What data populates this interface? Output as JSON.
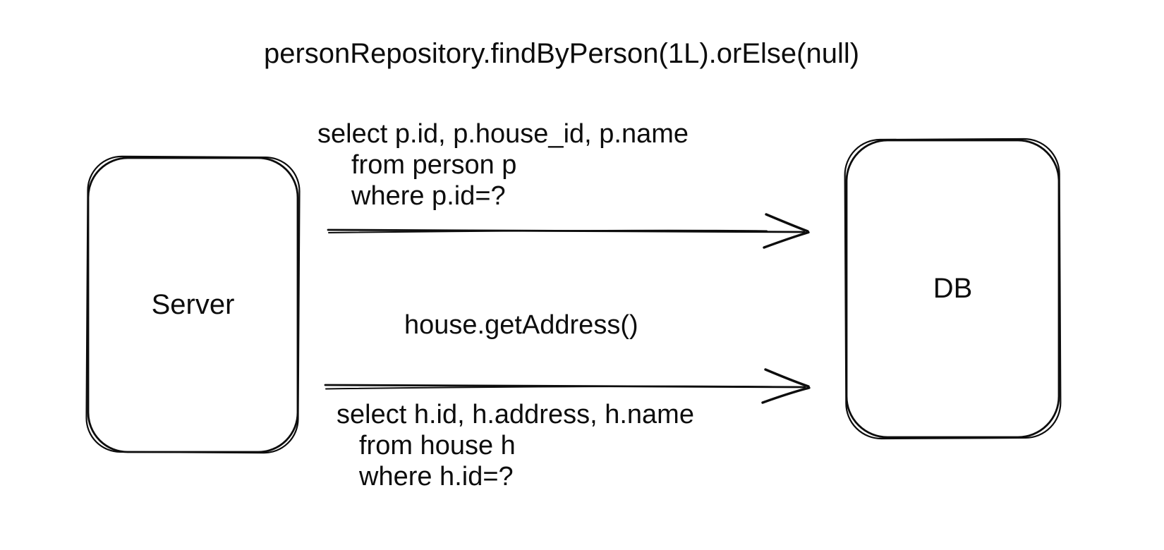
{
  "title": "personRepository.findByPerson(1L).orElse(null)",
  "actors": {
    "server": {
      "label": "Server"
    },
    "db": {
      "label": "DB"
    }
  },
  "messages": {
    "query_person": {
      "lines": [
        "select p.id, p.house_id, p.name",
        "from person p",
        "where p.id=?"
      ]
    },
    "get_address": {
      "label": "house.getAddress()"
    },
    "query_house": {
      "lines": [
        "select h.id, h.address, h.name",
        "from house h",
        "where h.id=?"
      ]
    }
  },
  "colors": {
    "ink": "#0d0d0d",
    "background": "#ffffff"
  }
}
